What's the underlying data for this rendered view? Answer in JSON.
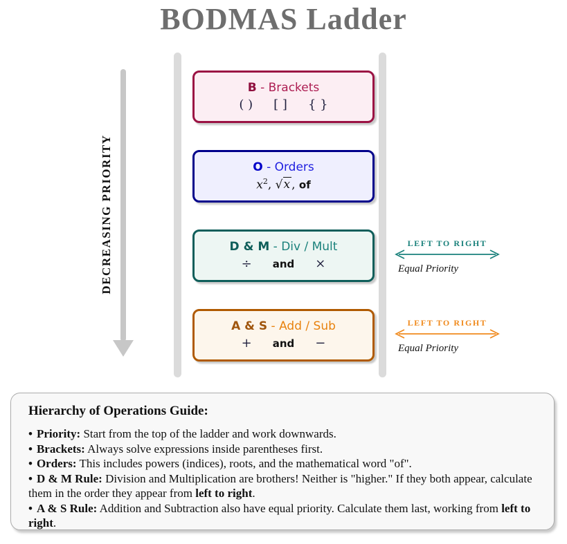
{
  "title": "BODMAS Ladder",
  "ladder": {
    "priority_label": "DECREASING PRIORITY",
    "rungs": [
      {
        "key": "B",
        "label": " - Brackets",
        "symbols": [
          "( )",
          "[ ]",
          "{ }"
        ]
      },
      {
        "key": "O",
        "label": " - Orders",
        "math": {
          "base": "x",
          "sup": "2",
          "comma": ", ",
          "root_sign": "√",
          "root_arg": "x",
          "comma2": ", ",
          "word": "of"
        }
      },
      {
        "key": "D & M",
        "label": " - Div / Mult",
        "symbols": [
          "÷",
          "and",
          "×"
        ]
      },
      {
        "key": "A & S",
        "label": " - Add / Sub",
        "symbols": [
          "+",
          "and",
          "−"
        ]
      }
    ]
  },
  "annotations": [
    {
      "label": "LEFT TO RIGHT",
      "sublabel": "Equal Priority"
    },
    {
      "label": "LEFT TO RIGHT",
      "sublabel": "Equal Priority"
    }
  ],
  "guide": {
    "heading": "Hierarchy of Operations Guide:",
    "bullet_glyph": "•",
    "bullets": [
      {
        "lead": "Priority:",
        "text": " Start from the top of the ladder and work downwards."
      },
      {
        "lead": "Brackets:",
        "text": " Always solve expressions inside parentheses first."
      },
      {
        "lead": "Orders:",
        "text": " This includes powers (indices), roots, and the mathematical word \"of\"."
      },
      {
        "lead": "D & M Rule:",
        "text": " Division and Multiplication are brothers! Neither is \"higher.\" If they both appear, calculate them in the order they appear from ",
        "bold_text": "left to right",
        "after": "."
      },
      {
        "lead": "A & S Rule:",
        "text": " Addition and Subtraction also have equal priority. Calculate them last, working from ",
        "bold_text": "left to right",
        "after": "."
      }
    ]
  },
  "colors": {
    "title": "#6E6E6E",
    "rail": "#DBDBDB",
    "arrow": "#C7C7C7",
    "symbol": "#1F1F3D",
    "brackets_border": "#9B1243",
    "brackets_key": "#8F0F3E",
    "brackets_text": "#AD1D52",
    "brackets_bg": "#FCEEF3",
    "orders_border": "#00008B",
    "orders_key": "#0000C8",
    "orders_text": "#2121E0",
    "orders_bg": "#EFEFFE",
    "divmult_border": "#0E5E5A",
    "divmult_key": "#0E5E5A",
    "divmult_text": "#1A817B",
    "divmult_bg": "#EDF6F3",
    "addsub_border": "#B05A00",
    "addsub_key": "#A0560E",
    "addsub_text": "#E8820E",
    "addsub_bg": "#FDF6EC",
    "guide_bg": "#F8F8F8",
    "guide_border": "#ABABAB"
  }
}
